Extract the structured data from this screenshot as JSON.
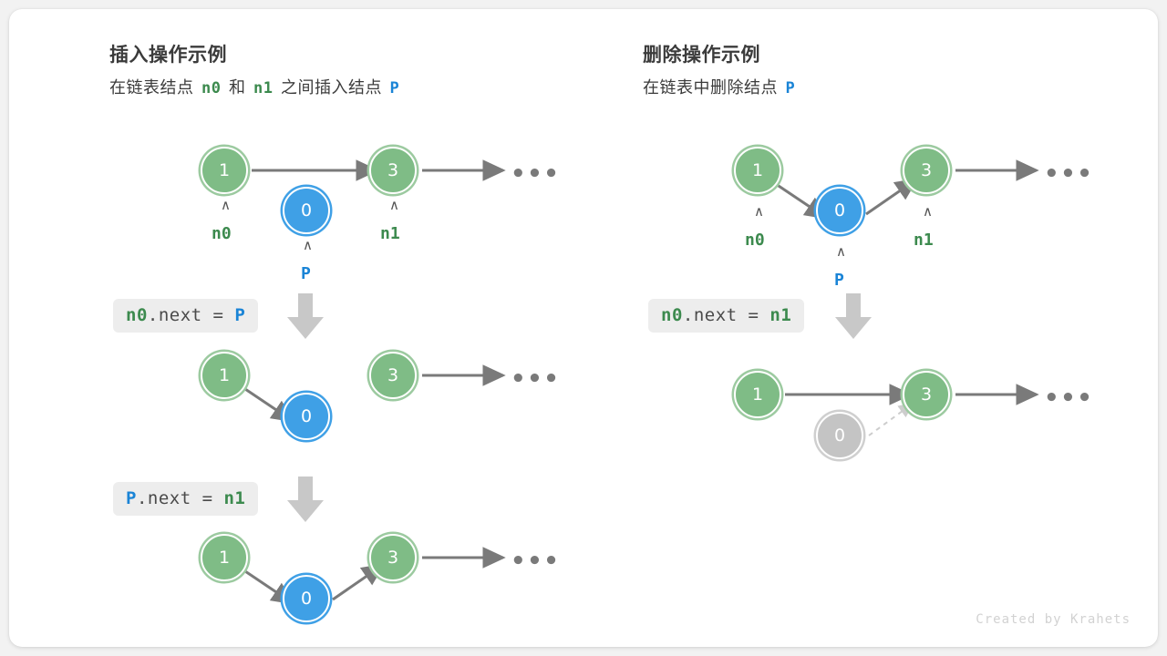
{
  "watermark": "Created by Krahets",
  "colors": {
    "green": "#7fbc86",
    "green_text": "#3c8a4e",
    "blue": "#3fa0e6",
    "blue_text": "#1a84d6",
    "gray_node": "#c4c4c4",
    "arrow": "#7a7a7a",
    "chip_bg": "#ededed",
    "card_bg": "#ffffff",
    "page_bg": "#f2f2f2"
  },
  "panels": [
    {
      "id": "insert",
      "title": "插入操作示例",
      "subtitle": {
        "part1": "在链表结点",
        "ref1": "n0",
        "part2": "和",
        "ref2": "n1",
        "part3": "之间插入结点",
        "ref3": "P"
      },
      "steps": [
        {
          "code": {
            "lhs": "n0",
            "lhs_color": "green",
            "mid": ".next = ",
            "rhs": "P",
            "rhs_color": "blue"
          }
        },
        {
          "code": {
            "lhs": "P",
            "lhs_color": "blue",
            "mid": ".next = ",
            "rhs": "n1",
            "rhs_color": "green"
          }
        }
      ],
      "rows": [
        {
          "name": "before",
          "nodes": [
            {
              "value": "1",
              "type": "green",
              "pointer": "n0",
              "pointer_color": "green"
            },
            {
              "value": "3",
              "type": "green",
              "pointer": "n1",
              "pointer_color": "green"
            },
            {
              "value": "0",
              "type": "blue",
              "pointer": "P",
              "pointer_color": "blue"
            }
          ],
          "tail": "•••"
        },
        {
          "name": "after-step-1",
          "nodes": [
            {
              "value": "1",
              "type": "green"
            },
            {
              "value": "0",
              "type": "blue"
            },
            {
              "value": "3",
              "type": "green"
            }
          ],
          "tail": "•••"
        },
        {
          "name": "after-step-2",
          "nodes": [
            {
              "value": "1",
              "type": "green"
            },
            {
              "value": "0",
              "type": "blue"
            },
            {
              "value": "3",
              "type": "green"
            }
          ],
          "tail": "•••"
        }
      ]
    },
    {
      "id": "remove",
      "title": "删除操作示例",
      "subtitle": {
        "part1": "在链表中删除结点",
        "ref1": "P"
      },
      "steps": [
        {
          "code": {
            "lhs": "n0",
            "lhs_color": "green",
            "mid": ".next = ",
            "rhs": "n1",
            "rhs_color": "green"
          }
        }
      ],
      "rows": [
        {
          "name": "before",
          "nodes": [
            {
              "value": "1",
              "type": "green",
              "pointer": "n0",
              "pointer_color": "green"
            },
            {
              "value": "0",
              "type": "blue",
              "pointer": "P",
              "pointer_color": "blue"
            },
            {
              "value": "3",
              "type": "green",
              "pointer": "n1",
              "pointer_color": "green"
            }
          ],
          "tail": "•••"
        },
        {
          "name": "after",
          "nodes": [
            {
              "value": "1",
              "type": "green"
            },
            {
              "value": "0",
              "type": "gray"
            },
            {
              "value": "3",
              "type": "green"
            }
          ],
          "tail": "•••"
        }
      ]
    }
  ]
}
